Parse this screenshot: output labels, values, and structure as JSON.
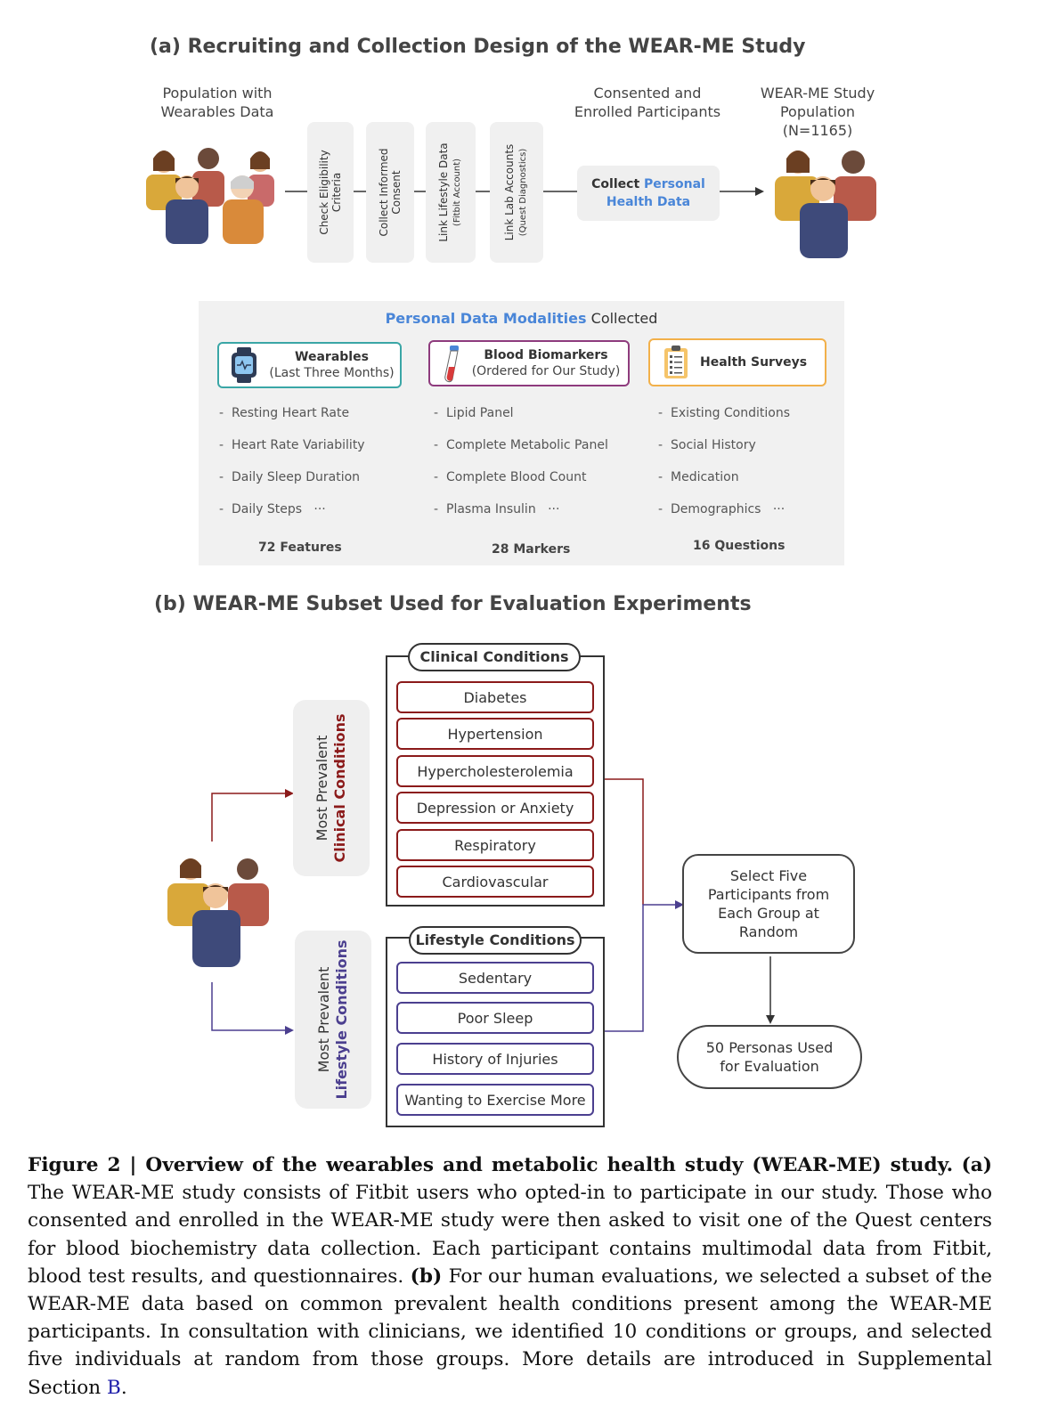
{
  "part_a": {
    "title": "(a) Recruiting and Collection Design of the WEAR-ME Study",
    "population_label": "Population with Wearables Data",
    "steps": [
      {
        "main": "Check Eligibility",
        "line2": "Criteria",
        "sub": ""
      },
      {
        "main": "Collect Informed",
        "line2": "Consent",
        "sub": ""
      },
      {
        "main": "Link Lifestyle Data",
        "line2": "",
        "sub": "(Fitbit Account)"
      },
      {
        "main": "Link Lab Accounts",
        "line2": "",
        "sub": "(Quest Diagnostics)"
      }
    ],
    "consented_label": "Consented and Enrolled Participants",
    "collect_label_1": "Collect",
    "collect_label_2": "Personal",
    "collect_label_3": "Health Data",
    "study_pop_line1": "WEAR-ME Study",
    "study_pop_line2": "Population",
    "study_pop_line3": "(N=1165)",
    "modalities_title_blue": "Personal Data Modalities",
    "modalities_title_rest": "Collected",
    "modalities": [
      {
        "title": "Wearables",
        "subtitle": "(Last Three Months)",
        "icon": "smartwatch-icon",
        "color": "#3aa6a6",
        "items": [
          "Resting Heart Rate",
          "Heart Rate Variability",
          "Daily Sleep Duration",
          "Daily Steps"
        ],
        "footer": "72 Features"
      },
      {
        "title": "Blood Biomarkers",
        "subtitle": "(Ordered for Our Study)",
        "icon": "blood-tube-icon",
        "color": "#8e3b7d",
        "items": [
          "Lipid Panel",
          "Complete Metabolic Panel",
          "Complete Blood Count",
          "Plasma Insulin"
        ],
        "footer": "28 Markers"
      },
      {
        "title": "Health Surveys",
        "subtitle": "",
        "icon": "clipboard-icon",
        "color": "#f2b04a",
        "items": [
          "Existing Conditions",
          "Social History",
          "Medication",
          "Demographics"
        ],
        "footer": "16 Questions"
      }
    ],
    "dash": "-",
    "ellipsis": "···"
  },
  "part_b": {
    "title": "(b) WEAR-ME Subset Used for Evaluation Experiments",
    "clinical_header": "Clinical Conditions",
    "clinical": [
      "Diabetes",
      "Hypertension",
      "Hypercholesterolemia",
      "Depression or Anxiety",
      "Respiratory",
      "Cardiovascular"
    ],
    "lifestyle_header": "Lifestyle Conditions",
    "lifestyle": [
      "Sedentary",
      "Poor Sleep",
      "History of Injuries",
      "Wanting to Exercise More"
    ],
    "most_prevalent": "Most Prevalent",
    "clinical_rot": "Clinical Conditions",
    "lifestyle_rot": "Lifestyle Conditions",
    "select_box": "Select Five Participants from Each Group at Random",
    "personas_box": "50 Personas Used for Evaluation",
    "colors": {
      "clinical": "#8b1a1a",
      "lifestyle": "#4b3f8f"
    }
  },
  "caption": {
    "label": "Figure 2 | Overview of the wearables and metabolic health study (WEAR-ME) study",
    "a_marker": "(a)",
    "a_text": "The WEAR-ME study consists of Fitbit users who opted-in to participate in our study. Those who consented and enrolled in the WEAR-ME study were then asked to visit one of the Quest centers for blood biochemistry data collection. Each participant contains multimodal data from Fitbit, blood test results, and questionnaires.",
    "b_marker": "(b)",
    "b_text": "For our human evaluations, we selected a subset of the WEAR-ME data based on common prevalent health conditions present among the WEAR-ME participants. In consultation with clinicians, we identified 10 conditions or groups, and selected five individuals at random from those groups. More details are introduced in Supplemental Section",
    "b_link": "B",
    "end": "."
  }
}
